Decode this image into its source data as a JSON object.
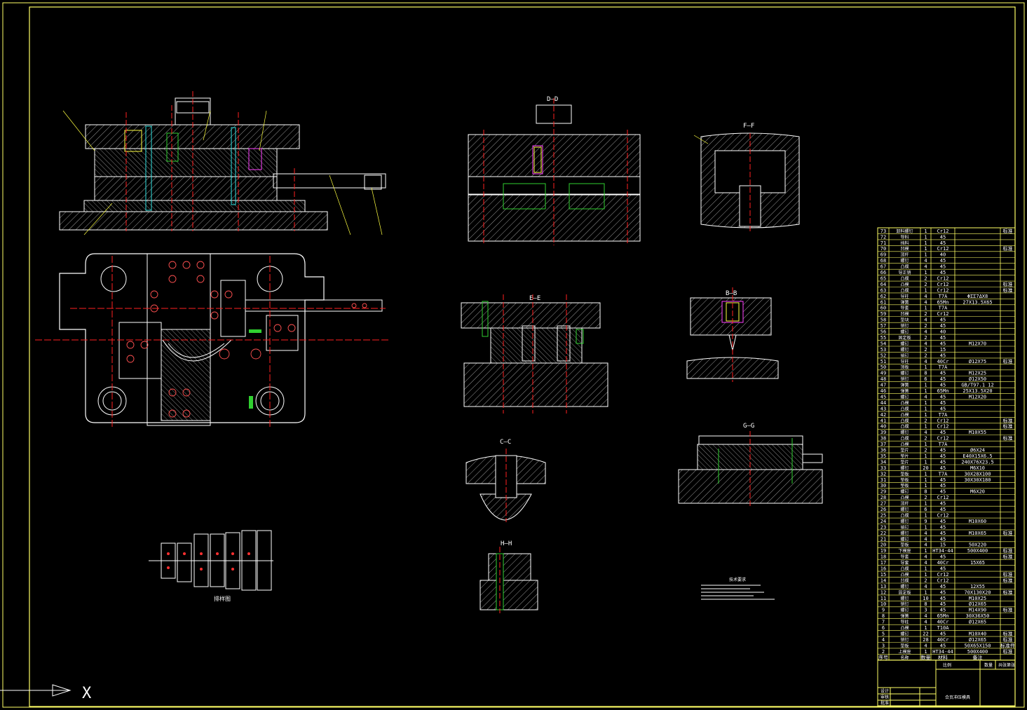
{
  "colors": {
    "background": "#000000",
    "line": "#ffffff",
    "frame": "#ffff66",
    "hatch": "#d0d0d0",
    "centerline": "#ff2020",
    "accent_green": "#30d030",
    "accent_magenta": "#ff40ff",
    "accent_cyan": "#30e0e0",
    "accent_yellow": "#ffff40"
  },
  "section_labels": {
    "d": "D—D",
    "f": "F—F",
    "e": "E—E",
    "b": "B—B",
    "c": "C—C",
    "g": "G—G",
    "h": "H—H"
  },
  "strip_caption": "排样图",
  "notes_title": "技术要求",
  "axis_x_label": "X",
  "bom": {
    "rows": [
      [
        "73",
        "卸料螺钉",
        "1",
        "Cr12",
        "",
        "标准"
      ],
      [
        "72",
        "导料",
        "1",
        "45",
        "",
        ""
      ],
      [
        "71",
        "挡料",
        "1",
        "45",
        "",
        ""
      ],
      [
        "70",
        "凹模",
        "1",
        "Cr12",
        "",
        "标准"
      ],
      [
        "69",
        "顶杆",
        "1",
        "40",
        "",
        ""
      ],
      [
        "68",
        "螺钉",
        "4",
        "45",
        "",
        ""
      ],
      [
        "67",
        "凸模",
        "4",
        "45",
        "",
        ""
      ],
      [
        "66",
        "导正销",
        "1",
        "45",
        "",
        ""
      ],
      [
        "65",
        "凸模",
        "2",
        "Cr12",
        "",
        ""
      ],
      [
        "64",
        "凸模",
        "2",
        "Cr12",
        "",
        "标准"
      ],
      [
        "63",
        "凸模",
        "1",
        "Cr12",
        "",
        "标准"
      ],
      [
        "62",
        "导柱",
        "4",
        "T7A",
        "ΦΣΣ7ΔΧ8",
        ""
      ],
      [
        "61",
        "弹簧",
        "4",
        "65Mn",
        "27X13.5X65",
        ""
      ],
      [
        "60",
        "导套",
        "1",
        "T7A",
        "",
        ""
      ],
      [
        "59",
        "凹模",
        "2",
        "Cr12",
        "",
        ""
      ],
      [
        "58",
        "垫块",
        "4",
        "45",
        "",
        ""
      ],
      [
        "57",
        "销钉",
        "2",
        "45",
        "",
        ""
      ],
      [
        "56",
        "螺钉",
        "4",
        "40",
        "",
        ""
      ],
      [
        "55",
        "固定板",
        "2",
        "45",
        "",
        ""
      ],
      [
        "54",
        "螺钉",
        "4",
        "45",
        "M12X70",
        ""
      ],
      [
        "53",
        "螺钉",
        "2",
        "15",
        "",
        ""
      ],
      [
        "52",
        "销钉",
        "2",
        "45",
        "",
        ""
      ],
      [
        "51",
        "导柱",
        "4",
        "40Cr",
        "Ø12X75",
        "标准"
      ],
      [
        "50",
        "顶板",
        "1",
        "T7A",
        "",
        ""
      ],
      [
        "49",
        "螺钉",
        "8",
        "45",
        "M12X25",
        ""
      ],
      [
        "48",
        "销钉",
        "6",
        "45",
        "Ø12X50",
        ""
      ],
      [
        "47",
        "弹簧",
        "1",
        "45",
        "GB/T97.1 12",
        ""
      ],
      [
        "46",
        "弹簧",
        "1",
        "65Mn",
        "25X13.5X20",
        ""
      ],
      [
        "45",
        "螺钉",
        "4",
        "45",
        "M12X20",
        ""
      ],
      [
        "44",
        "凸模",
        "1",
        "45",
        "",
        ""
      ],
      [
        "43",
        "凸模",
        "1",
        "45",
        "",
        ""
      ],
      [
        "42",
        "凸模",
        "1",
        "T7A",
        "",
        ""
      ],
      [
        "41",
        "凸模",
        "2",
        "Cr12",
        "",
        "标准"
      ],
      [
        "40",
        "凸模",
        "1",
        "Cr12",
        "",
        "标准"
      ],
      [
        "39",
        "螺钉",
        "4",
        "45",
        "M10X55",
        ""
      ],
      [
        "38",
        "凸模",
        "2",
        "Cr12",
        "",
        "标准"
      ],
      [
        "37",
        "凸模",
        "1",
        "T7A",
        "",
        ""
      ],
      [
        "36",
        "垫片",
        "2",
        "45",
        "Ø6X24",
        ""
      ],
      [
        "35",
        "垫片",
        "1",
        "45",
        "Ε40Χ15Χ6.5",
        ""
      ],
      [
        "34",
        "垫片",
        "1",
        "45",
        "240X76X23.5",
        ""
      ],
      [
        "33",
        "螺钉",
        "20",
        "45",
        "M6X10",
        ""
      ],
      [
        "32",
        "垫板",
        "1",
        "T7A",
        "30X28X100",
        ""
      ],
      [
        "31",
        "垫板",
        "1",
        "45",
        "30X30X180",
        ""
      ],
      [
        "30",
        "垫板",
        "1",
        "45",
        "",
        ""
      ],
      [
        "29",
        "螺钉",
        "8",
        "45",
        "M6X20",
        ""
      ],
      [
        "28",
        "凸模",
        "2",
        "Cr12",
        "",
        ""
      ],
      [
        "27",
        "顶杆",
        "1",
        "45",
        "",
        ""
      ],
      [
        "26",
        "螺钉",
        "6",
        "45",
        "",
        ""
      ],
      [
        "25",
        "凸模",
        "1",
        "Cr12",
        "",
        ""
      ],
      [
        "24",
        "螺钉",
        "9",
        "45",
        "M10X60",
        ""
      ],
      [
        "23",
        "销钉",
        "1",
        "45",
        "",
        ""
      ],
      [
        "22",
        "螺钉",
        "4",
        "45",
        "M10X65",
        "标准"
      ],
      [
        "21",
        "螺钉",
        "4",
        "45",
        "",
        ""
      ],
      [
        "20",
        "垫板",
        "4",
        "15",
        "50X220",
        ""
      ],
      [
        "19",
        "下模座",
        "1",
        "HT34-44",
        "500X400",
        "标准"
      ],
      [
        "18",
        "导套",
        "4",
        "45",
        "",
        "标准"
      ],
      [
        "17",
        "导套",
        "4",
        "40Cr",
        "15X65",
        ""
      ],
      [
        "16",
        "凸模",
        "1",
        "45",
        "",
        ""
      ],
      [
        "15",
        "凸模",
        "1",
        "Cr12",
        "",
        "标准"
      ],
      [
        "14",
        "凹模",
        "2",
        "Cr12",
        "",
        "标准"
      ],
      [
        "13",
        "螺钉",
        "4",
        "45",
        "12X55",
        ""
      ],
      [
        "12",
        "固定板",
        "1",
        "45",
        "70X130X20",
        "标准"
      ],
      [
        "11",
        "螺钉",
        "10",
        "45",
        "M10X25",
        ""
      ],
      [
        "10",
        "销钉",
        "8",
        "45",
        "Ø12X65",
        ""
      ],
      [
        "9",
        "螺钉",
        "3",
        "45",
        "M14X90",
        "标准"
      ],
      [
        "8",
        "弹簧",
        "4",
        "65Mn",
        "30X36X50",
        ""
      ],
      [
        "7",
        "导柱",
        "4",
        "40Cr",
        "Ø12X65",
        ""
      ],
      [
        "6",
        "凸模",
        "1",
        "T10A",
        "",
        ""
      ],
      [
        "5",
        "螺钉",
        "22",
        "45",
        "M10X40",
        "标准"
      ],
      [
        "4",
        "销钉",
        "28",
        "40Cr",
        "Ø12X65",
        "标准"
      ],
      [
        "3",
        "垫板",
        "4",
        "45",
        "50X65X150",
        "标准件"
      ],
      [
        "2",
        "上模座",
        "1",
        "HT34-44",
        "500X400",
        "标准"
      ]
    ],
    "header": [
      "序号",
      "名称",
      "数量",
      "材料",
      "备注"
    ],
    "title_block": {
      "drawing_title": "合页冲压模具",
      "ratio_label": "比例",
      "qty_label": "数量",
      "sheet_labels": [
        "共",
        "张",
        "第",
        "张"
      ],
      "roles": [
        "设计",
        "审核",
        "批准"
      ]
    }
  }
}
